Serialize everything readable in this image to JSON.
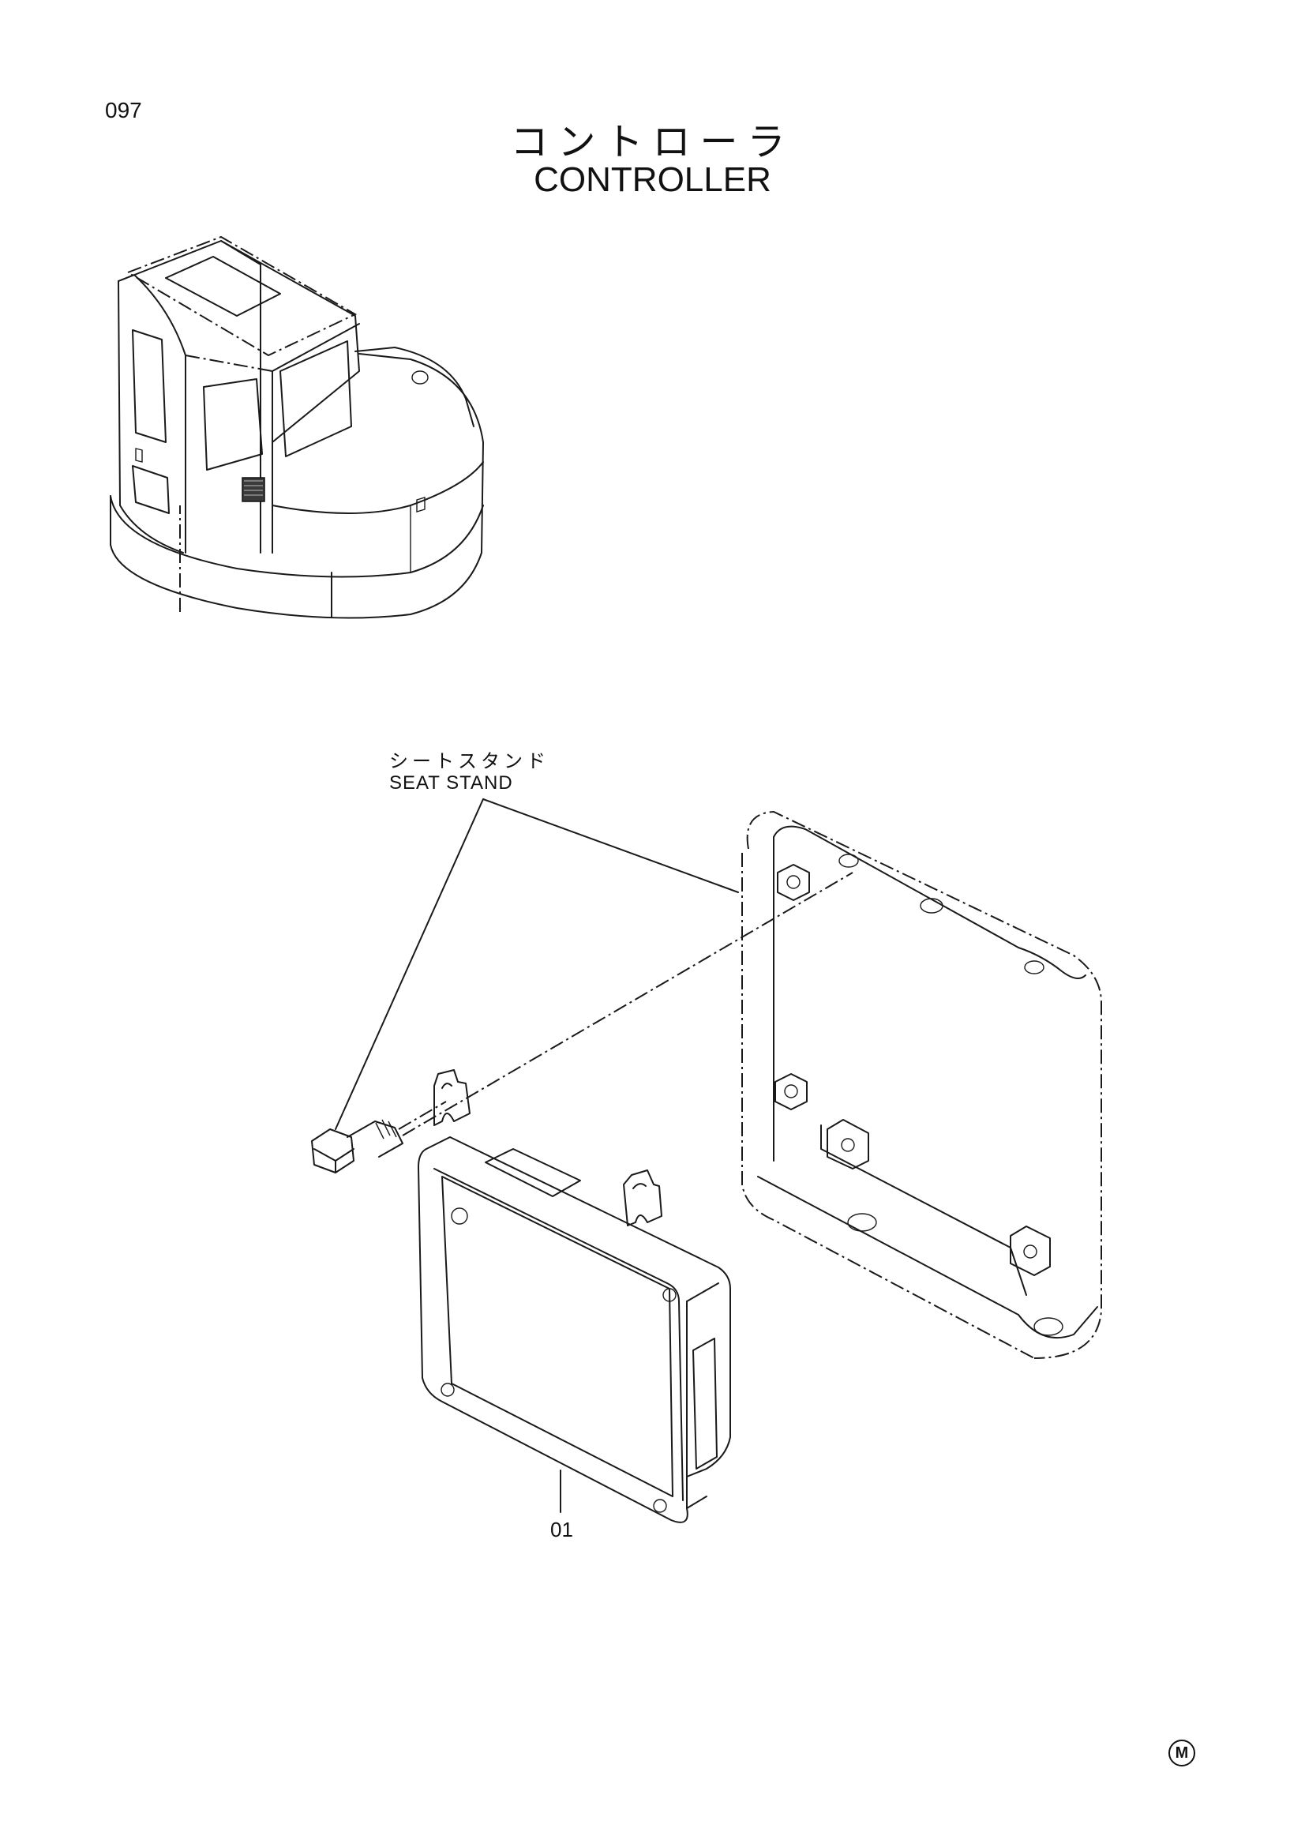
{
  "page_number": "097",
  "title": {
    "japanese": "コントローラ",
    "english": "CONTROLLER"
  },
  "callouts": {
    "seat_stand_jp": "シートスタンド",
    "seat_stand_en": "SEAT STAND",
    "part_01": "01"
  },
  "mark": "M"
}
